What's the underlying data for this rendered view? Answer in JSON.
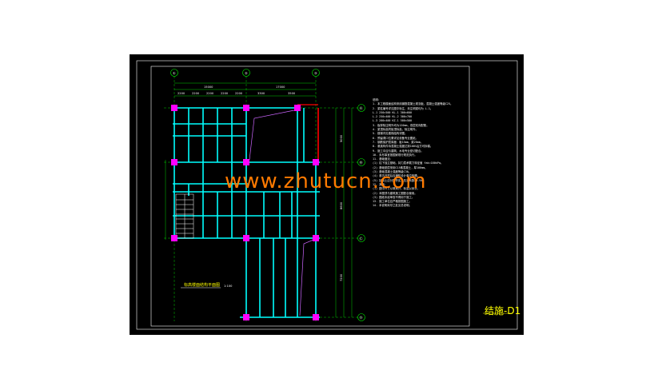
{
  "watermark": "www.zhutucn.com",
  "sheet_title": "结施-D1",
  "plan_title": "标高楼面结构平面图",
  "plan_scale": "1:100",
  "axes_top": [
    "①",
    "②",
    "③"
  ],
  "axes_right": [
    "Ⓐ",
    "Ⓑ",
    "Ⓒ",
    "Ⓓ"
  ],
  "dimensions_top_overall": [
    "15000",
    "17000"
  ],
  "dimensions_top_segments": [
    "2200",
    "2200",
    "2200",
    "2200",
    "2200",
    "3300",
    "3500"
  ],
  "dimensions_right": [
    "5000",
    "8600",
    "7200"
  ],
  "notes": [
    "说明：",
    "1. 本工程楼面结构采用钢筋混凝土现浇板，混凝土强度等级C25。",
    "2. 梁柱编号详见图中标注，未注明梁均为 L-1。",
    "   L-1 250×500    KL-1 300×600",
    "   L-2 250×400    KL-2 300×700",
    "   L-3 200×400    KZ-1 500×500",
    "3. 板厚除注明外均为120mm，双层双向配筋。",
    "4. 梁顶标高同板顶标高，除注明外。",
    "5. 楼梯详见楼梯结构详图。",
    "6. 预留洞口位置详见设备专业图纸。",
    "7. 钢筋保护层厚度：板15mm，梁25mm。",
    "8. 悬挑构件待混凝土强度达到100%后方可拆模。",
    "9. 施工中应与建筑、水电专业密切配合。",
    "10. 未尽事宜按国家现行规范执行。",
    "11. 基础做法：",
    " (1) 柱下独立基础，持力层承载力特征值 fak=180kPa。",
    " (2) 基础垫层采用C15素混凝土，厚100mm。",
    " (3) 基础混凝土强度等级C30。",
    " (4) 基坑开挖后应通知设计单位验槽。",
    " (5) 回填土应分层夯实，压实系数≥0.94。",
    "12. 其他：",
    " (1) 图中尺寸以毫米计，标高以米计。",
    " (2) 本图须与建筑施工图配合使用。",
    " (3) 图纸未经审查不得用于施工。",
    "13. 施工单位应严格按图施工。",
    "14. 本说明未尽之处见总说明。"
  ],
  "colors": {
    "sheet_background": "#000000",
    "frame_line": "#ffffff",
    "beam": "#00ffff",
    "column": "#ff00ff",
    "dimension": "#00ff00",
    "wall_red": "#ff0000",
    "watermark": "#ff7a00",
    "title": "#ffff00"
  },
  "icons": [
    "axis-bubble-icon",
    "column-marker-icon"
  ]
}
